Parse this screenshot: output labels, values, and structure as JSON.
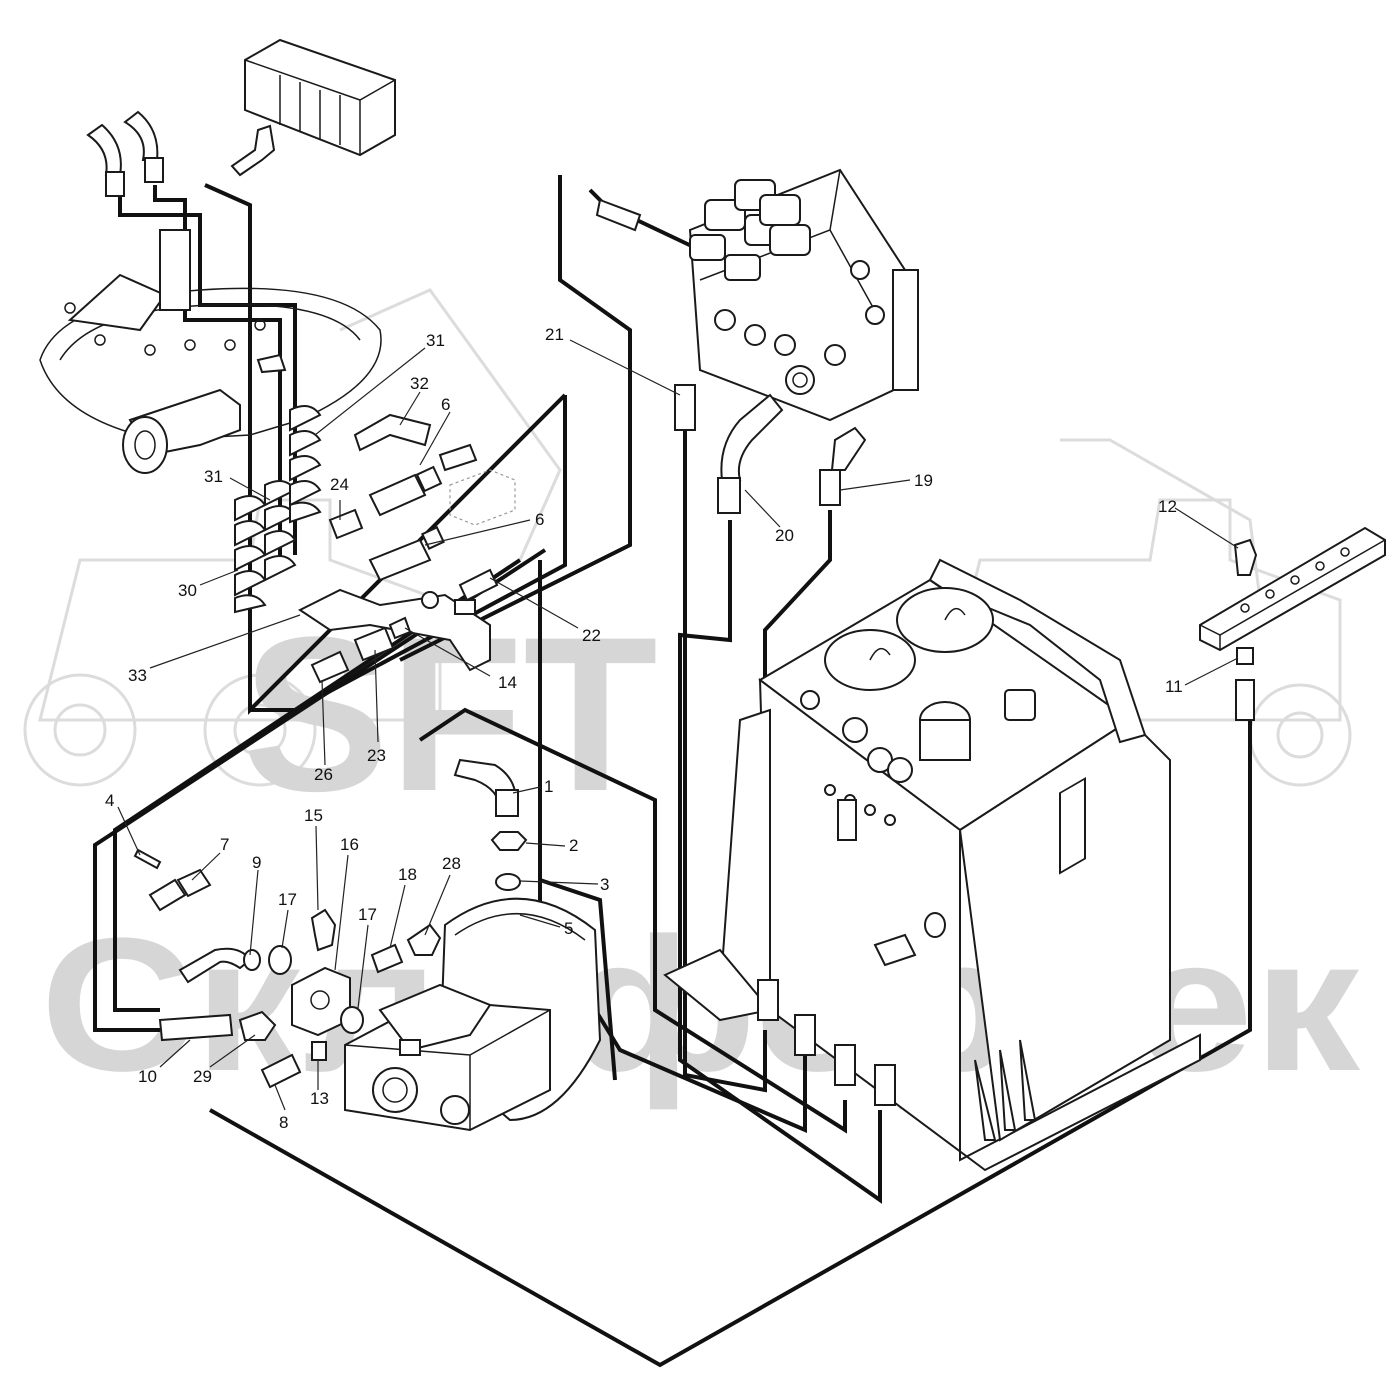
{
  "watermark": {
    "logo_text": "SFT",
    "company_text": "СклифорТек"
  },
  "callouts": [
    {
      "id": "c1",
      "label": "1"
    },
    {
      "id": "c2",
      "label": "2"
    },
    {
      "id": "c3",
      "label": "3"
    },
    {
      "id": "c4",
      "label": "4"
    },
    {
      "id": "c5",
      "label": "5"
    },
    {
      "id": "c6a",
      "label": "6"
    },
    {
      "id": "c6b",
      "label": "6"
    },
    {
      "id": "c7",
      "label": "7"
    },
    {
      "id": "c8",
      "label": "8"
    },
    {
      "id": "c9",
      "label": "9"
    },
    {
      "id": "c10",
      "label": "10"
    },
    {
      "id": "c11",
      "label": "11"
    },
    {
      "id": "c12",
      "label": "12"
    },
    {
      "id": "c13",
      "label": "13"
    },
    {
      "id": "c14",
      "label": "14"
    },
    {
      "id": "c15",
      "label": "15"
    },
    {
      "id": "c16",
      "label": "16"
    },
    {
      "id": "c17a",
      "label": "17"
    },
    {
      "id": "c17b",
      "label": "17"
    },
    {
      "id": "c18",
      "label": "18"
    },
    {
      "id": "c19",
      "label": "19"
    },
    {
      "id": "c20",
      "label": "20"
    },
    {
      "id": "c21",
      "label": "21"
    },
    {
      "id": "c22",
      "label": "22"
    },
    {
      "id": "c23",
      "label": "23"
    },
    {
      "id": "c24",
      "label": "24"
    },
    {
      "id": "c26",
      "label": "26"
    },
    {
      "id": "c28",
      "label": "28"
    },
    {
      "id": "c29",
      "label": "29"
    },
    {
      "id": "c30",
      "label": "30"
    },
    {
      "id": "c31a",
      "label": "31"
    },
    {
      "id": "c31b",
      "label": "31"
    },
    {
      "id": "c32",
      "label": "32"
    },
    {
      "id": "c33",
      "label": "33"
    }
  ]
}
